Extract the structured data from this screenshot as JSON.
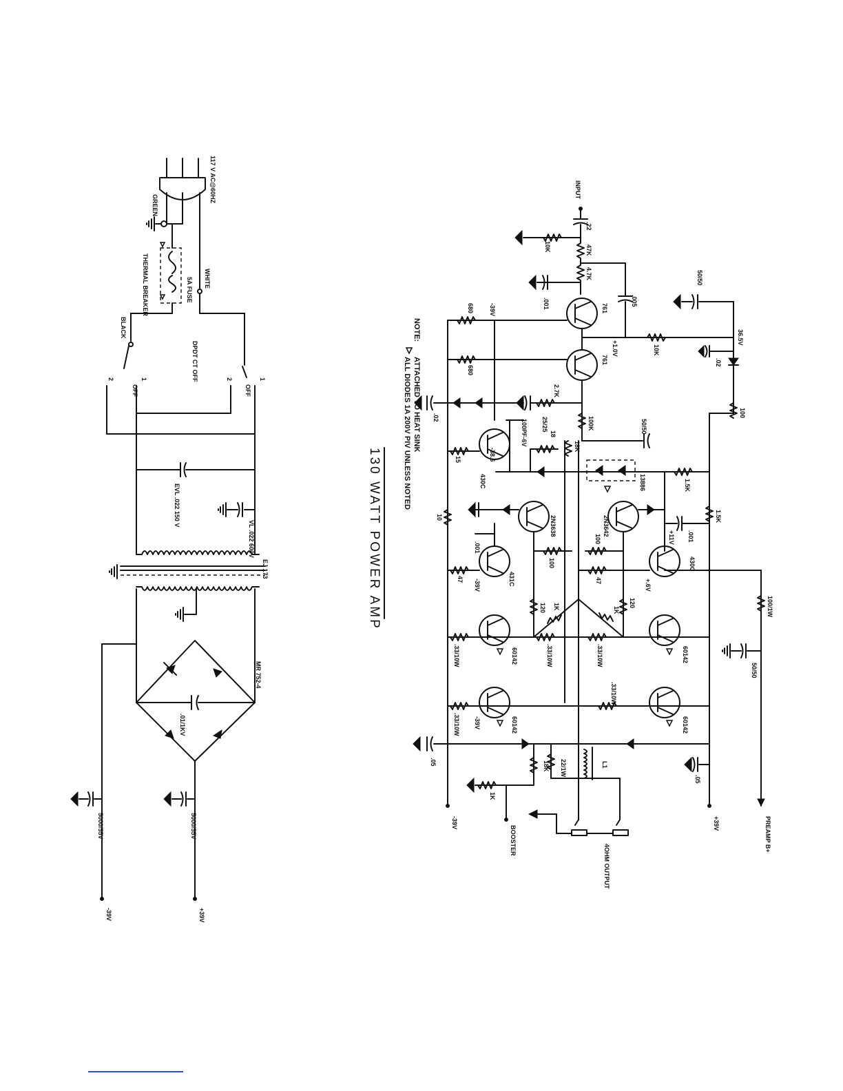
{
  "title": "130 WATT POWER AMP",
  "note": {
    "label": "NOTE:",
    "line1": "ATTACHED TO HEAT SINK",
    "line2": "ALL DIODES 1A 200V PIV UNLESS NOTED"
  },
  "power_supply": {
    "mains": "117 V AC@60HZ",
    "green": "GREEN",
    "white": "WHITE",
    "black": "BLACK",
    "thermal_breaker": "THERMAL BREAKER",
    "fuse": "5A FUSE",
    "switch": "DPDT CT OFF",
    "off_a": "OFF",
    "off_b": "OFF",
    "pin1a": "1",
    "pin2a": "2",
    "pin1b": "1",
    "pin2b": "2",
    "cap_evl": "EVL .022 150 V",
    "cap_vl": "VL .022 600V",
    "transformer": "EJ 173",
    "bridge": "MR 752-4",
    "bridge_cap": ".01/1KV",
    "filter_pos": "5000/55V",
    "filter_neg": "5000/55V",
    "rail_pos": "+39V",
    "rail_neg": "-39V"
  },
  "amp": {
    "input": "INPUT",
    "c_in": ".22",
    "r_10k": "10K",
    "r_47k_a": "47K",
    "r_47k_b": "4.7K",
    "c_001_a": ".001",
    "c_005": ".005",
    "q1": "761",
    "q2": "761",
    "v_plus10": "+1.0V",
    "r_10k_b": "10K",
    "v_365": "36.5V",
    "c_5050_a": "50/50",
    "c_02_a": ".02",
    "r_100": "100",
    "r_680_a": "680",
    "r_680_b": "680",
    "v_neg39_a": "-39V",
    "r_27k": "2.7K",
    "r_100k": "100K",
    "c_2525": "25/25",
    "c_100pf": "100PF-6V",
    "r_18": "18",
    "r_18k": "18K",
    "c_5050_b": "50/50",
    "d_13886": "13886",
    "r_15k_a": "1.5K",
    "r_15k_b": "1.5K",
    "c_001_b": ".001",
    "c_02_b": ".02",
    "v_386": "-38.6",
    "r_15": "15",
    "q_430c_a": "430C",
    "r_10": "10",
    "q_2n3638": "2N3638",
    "q_2n3642": "2N3642",
    "r_100_a": "100",
    "r_100_b": "100",
    "v_plus11": "+11V",
    "q_430c_b": "430C",
    "c_001_c": ".001",
    "q_431c": "431C",
    "v_neg39_b": "-39V",
    "r_47_a": "47",
    "r_47_b": "47",
    "v_plus6": "+.6V",
    "r_120_a": "120",
    "r_1k_a": "1K",
    "r_1k_b": "1K",
    "r_120_b": "120",
    "r_33_a": ".33/10W",
    "r_33_b": ".33/10W",
    "r_33_c": ".33/10W",
    "r_33_d": ".33/10W",
    "r_33_e": ".33/10W",
    "q_60142_a": "60142",
    "q_60142_b": "60142",
    "q_60142_c": "60142",
    "q_60142_d": "60142",
    "v_neg39_c": "-39V",
    "r_100_1w": "100/1W",
    "c_5050_c": "50/50",
    "c_05_a": ".05",
    "c_05_b": ".05",
    "l1": "L1",
    "r_22_1w": "22/1W",
    "r_18k_b": "18K",
    "r_1k_c": "1K",
    "booster": "BOOSTER",
    "output": "4OHM OUTPUT",
    "rail_pos": "+39V",
    "rail_neg": "-39V",
    "preamp": "PREAMP B+"
  }
}
